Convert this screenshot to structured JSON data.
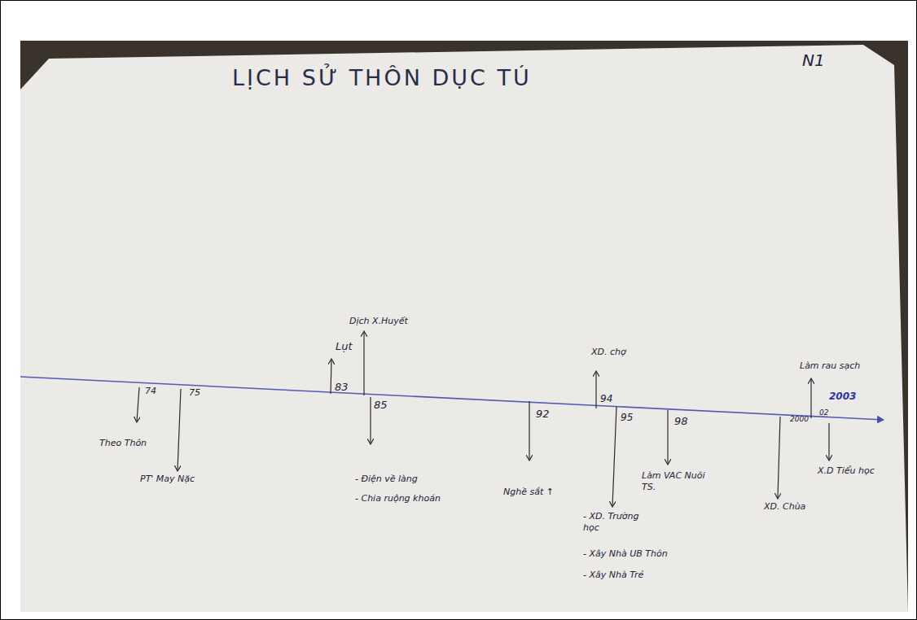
{
  "diagram": {
    "title": "LỊCH SỬ THÔN DỤC TÚ",
    "labels": [
      "N1",
      "74",
      "75",
      "Theo Thôn",
      "PT' May Nặc",
      "83",
      "Lụt",
      "Dịch X.Huyết",
      "85",
      "- Điện về làng",
      "- Chia ruộng khoán",
      "92",
      "Nghề sắt ↑",
      "94",
      "XD. chợ",
      "95",
      "- XD. Trường học",
      "- Xây Nhà UB Thôn",
      "- Xây Nhà Trẻ",
      "98",
      "Làm VAC Nuôi TS.",
      "2000",
      "XD. Chùa",
      "02",
      "2003",
      "Làm rau sạch",
      "X.D Tiểu học"
    ]
  }
}
